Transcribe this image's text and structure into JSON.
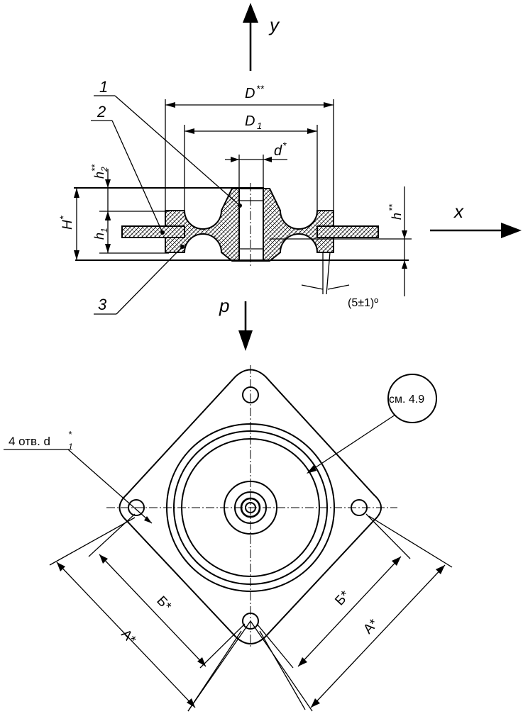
{
  "axes": {
    "y": "y",
    "x": "x",
    "p": "p"
  },
  "dimensions": {
    "D": "D",
    "D_sup": "**",
    "D1": "D",
    "D1_sub": "1",
    "d": "d",
    "d_sup": "*",
    "h2": "h",
    "h2_sub": "2",
    "h2_sup": "**",
    "H": "H",
    "H_sup": "*",
    "h1": "h",
    "h1_sub": "1",
    "h": "h",
    "h_sup": "**",
    "angle": "(5±1)º",
    "holes_prefix": "4 отв. d",
    "holes_sub": "1",
    "holes_sup": "*",
    "A_left": "А*",
    "A_right": "А*",
    "B_left": "Б*",
    "B_right": "Б*"
  },
  "callouts": {
    "c1": "1",
    "c2": "2",
    "c3": "3"
  },
  "note_bubble": "см. 4.9"
}
